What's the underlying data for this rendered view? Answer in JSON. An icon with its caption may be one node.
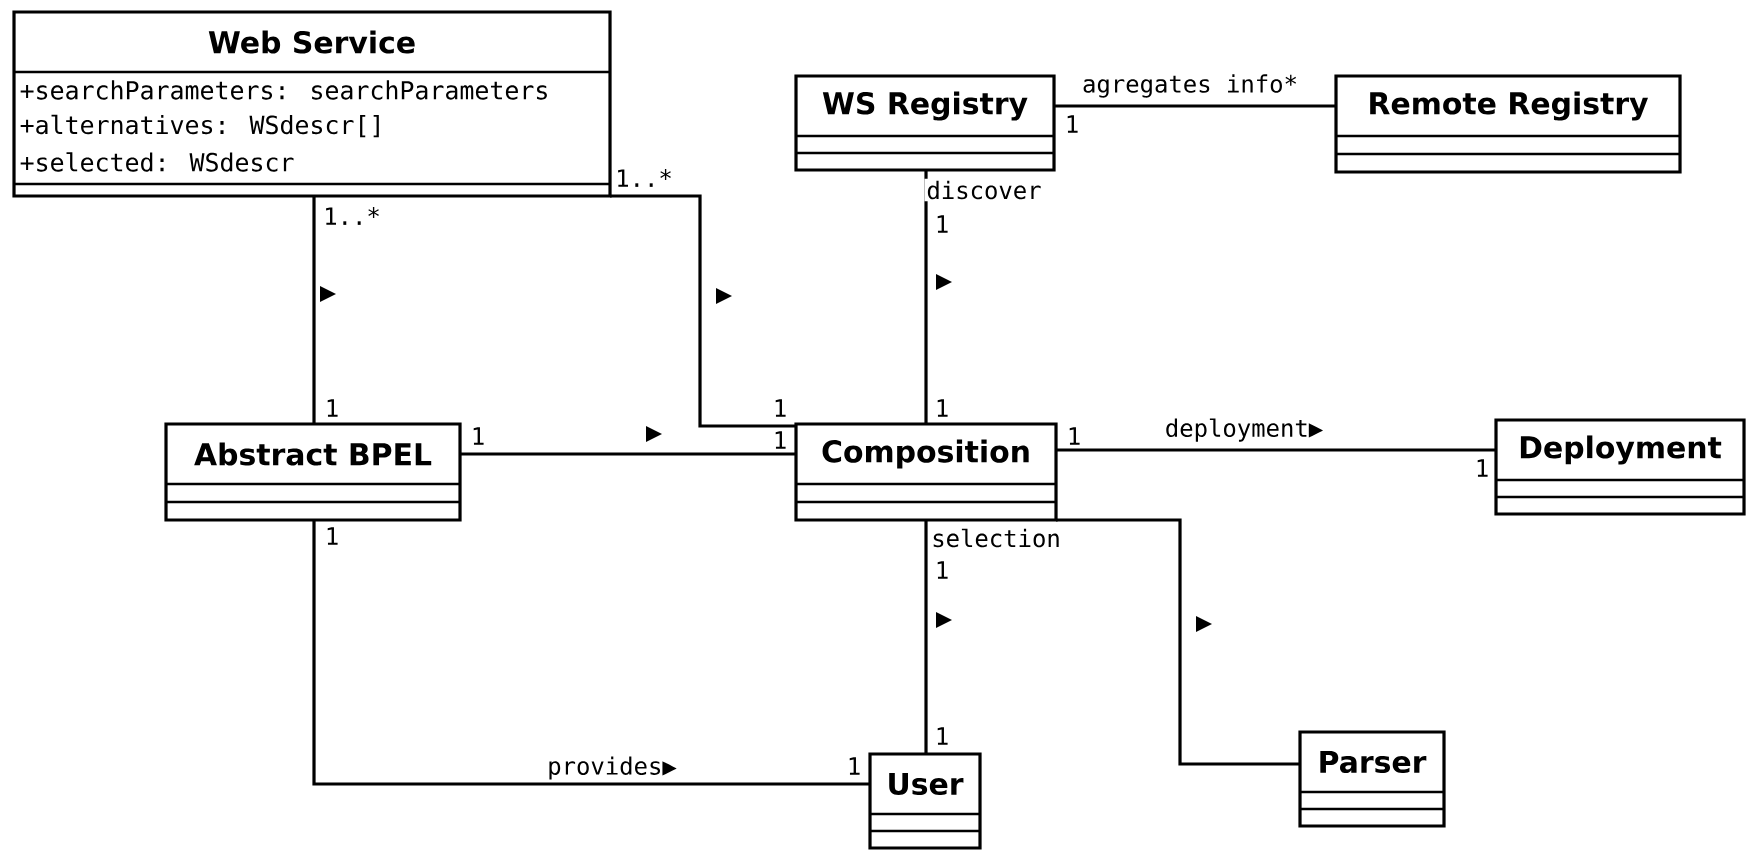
{
  "diagram": {
    "nodes": [
      {
        "text": [
          "Web Service",
          "+searchParameters: searchParameters",
          "+alternatives: WSdescr[]",
          "+selected: WSdescr"
        ]
      },
      {
        "text": [
          "WS Registry"
        ]
      },
      {
        "text": [
          "Remote Registry"
        ]
      },
      {
        "text": [
          "Abstract BPEL"
        ]
      },
      {
        "text": [
          "Composition"
        ]
      },
      {
        "text": [
          "Deployment"
        ]
      },
      {
        "text": [
          "User"
        ]
      },
      {
        "text": [
          "Parser"
        ]
      }
    ],
    "edges": [
      {
        "from": 0,
        "to": 3,
        "arrow": "none"
      },
      {
        "from": 0,
        "to": 4,
        "arrow": "none"
      },
      {
        "from": 1,
        "to": 2,
        "arrow": "none",
        "label": "agregates info*"
      },
      {
        "from": 1,
        "to": 4,
        "arrow": "none",
        "label": "discover"
      },
      {
        "from": 3,
        "to": 4,
        "arrow": "none"
      },
      {
        "from": 4,
        "to": 5,
        "arrow": "none",
        "label": "deployment▶"
      },
      {
        "from": 4,
        "to": 6,
        "arrow": "none",
        "label": "selection"
      },
      {
        "from": 4,
        "to": 7,
        "arrow": "none"
      },
      {
        "from": 3,
        "to": 6,
        "arrow": "none",
        "label": "provides▶"
      }
    ],
    "labels": [
      "1",
      "1..*",
      "1..*",
      "1",
      "1",
      "1",
      "1",
      "1",
      "1",
      "1",
      "1",
      "1",
      "1",
      "1",
      "1"
    ]
  }
}
